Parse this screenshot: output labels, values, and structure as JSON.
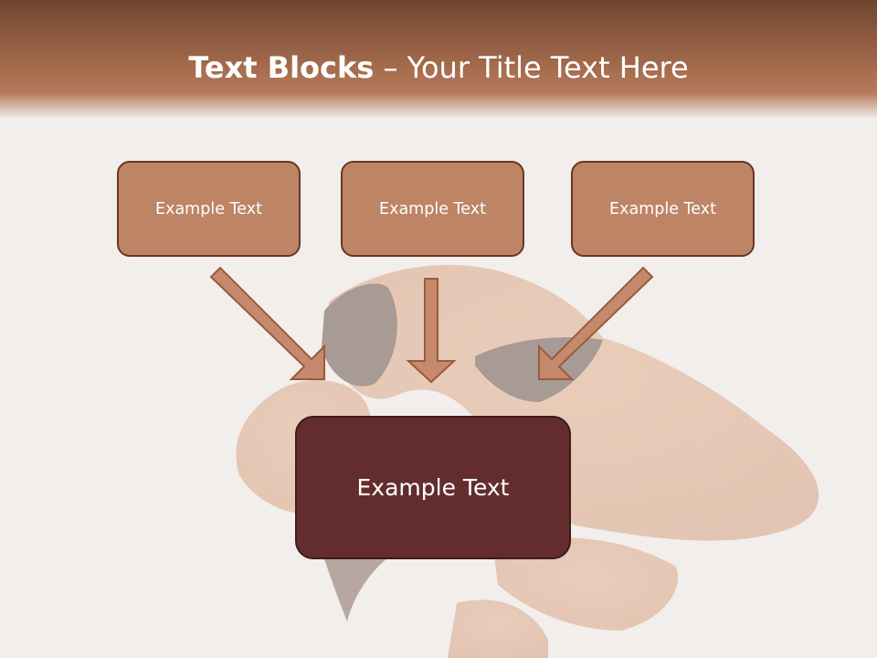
{
  "title": {
    "bold": "Text Blocks",
    "rest": " – Your Title Text Here"
  },
  "blocks": {
    "top": [
      "Example Text",
      "Example Text",
      "Example Text"
    ],
    "main": "Example Text"
  },
  "colors": {
    "header": "#a36a4c",
    "block_fill": "#bd8465",
    "block_border": "#6b3523",
    "main_fill": "#632d2e",
    "arrow": "#c58a6b"
  }
}
